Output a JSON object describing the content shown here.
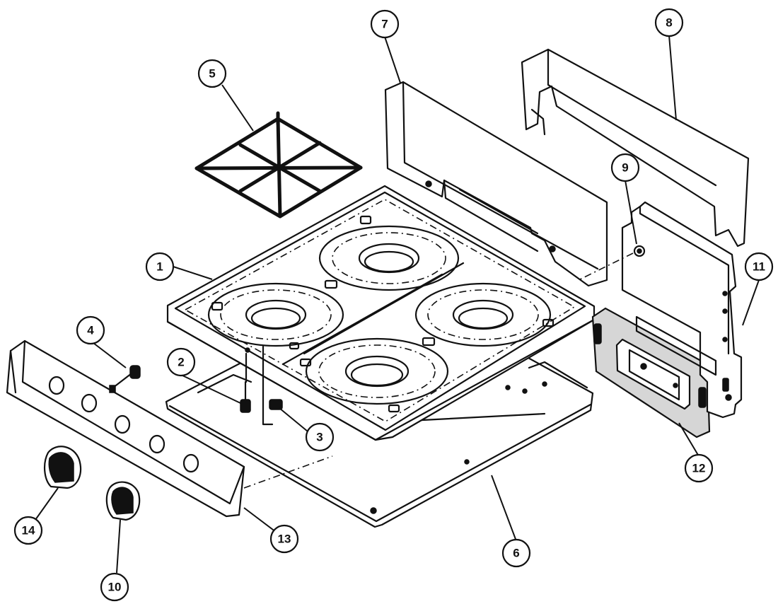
{
  "callouts": [
    {
      "id": "c1",
      "label": "1"
    },
    {
      "id": "c2",
      "label": "2"
    },
    {
      "id": "c3",
      "label": "3"
    },
    {
      "id": "c4",
      "label": "4"
    },
    {
      "id": "c5",
      "label": "5"
    },
    {
      "id": "c6",
      "label": "6"
    },
    {
      "id": "c7",
      "label": "7"
    },
    {
      "id": "c8",
      "label": "8"
    },
    {
      "id": "c9",
      "label": "9"
    },
    {
      "id": "c10",
      "label": "10"
    },
    {
      "id": "c11",
      "label": "11"
    },
    {
      "id": "c12",
      "label": "12"
    },
    {
      "id": "c13",
      "label": "13"
    },
    {
      "id": "c14",
      "label": "14"
    }
  ],
  "colors": {
    "ink": "#111111",
    "paper": "#ffffff"
  }
}
